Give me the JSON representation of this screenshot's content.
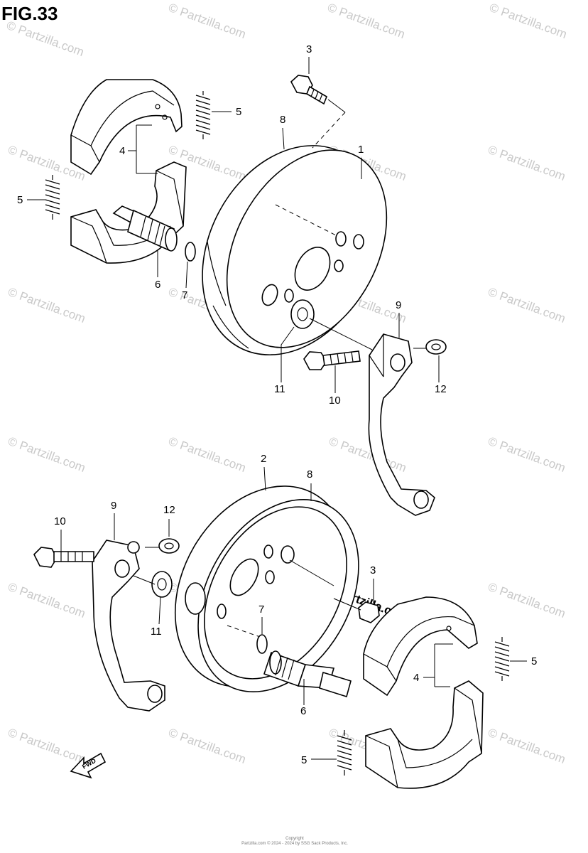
{
  "figure": {
    "title": "FIG.33"
  },
  "callouts": {
    "c1": "1",
    "c2": "2",
    "c3a": "3",
    "c3b": "3",
    "c4a": "4",
    "c4b": "4",
    "c5a": "5",
    "c5b": "5",
    "c5c": "5",
    "c5d": "5",
    "c6a": "6",
    "c6b": "6",
    "c7a": "7",
    "c7b": "7",
    "c8a": "8",
    "c8b": "8",
    "c9a": "9",
    "c9b": "9",
    "c10a": "10",
    "c10b": "10",
    "c11a": "11",
    "c11b": "11",
    "c12a": "12",
    "c12b": "12"
  },
  "watermark": {
    "text": "© Partzilla.com",
    "overlay": "© Partzilla.com"
  },
  "fwd_label": "FWD",
  "footer": {
    "line1": "Copyright",
    "line2": "Partzilla.com © 2024 - 2024 by SSG Sack Products, Inc."
  }
}
